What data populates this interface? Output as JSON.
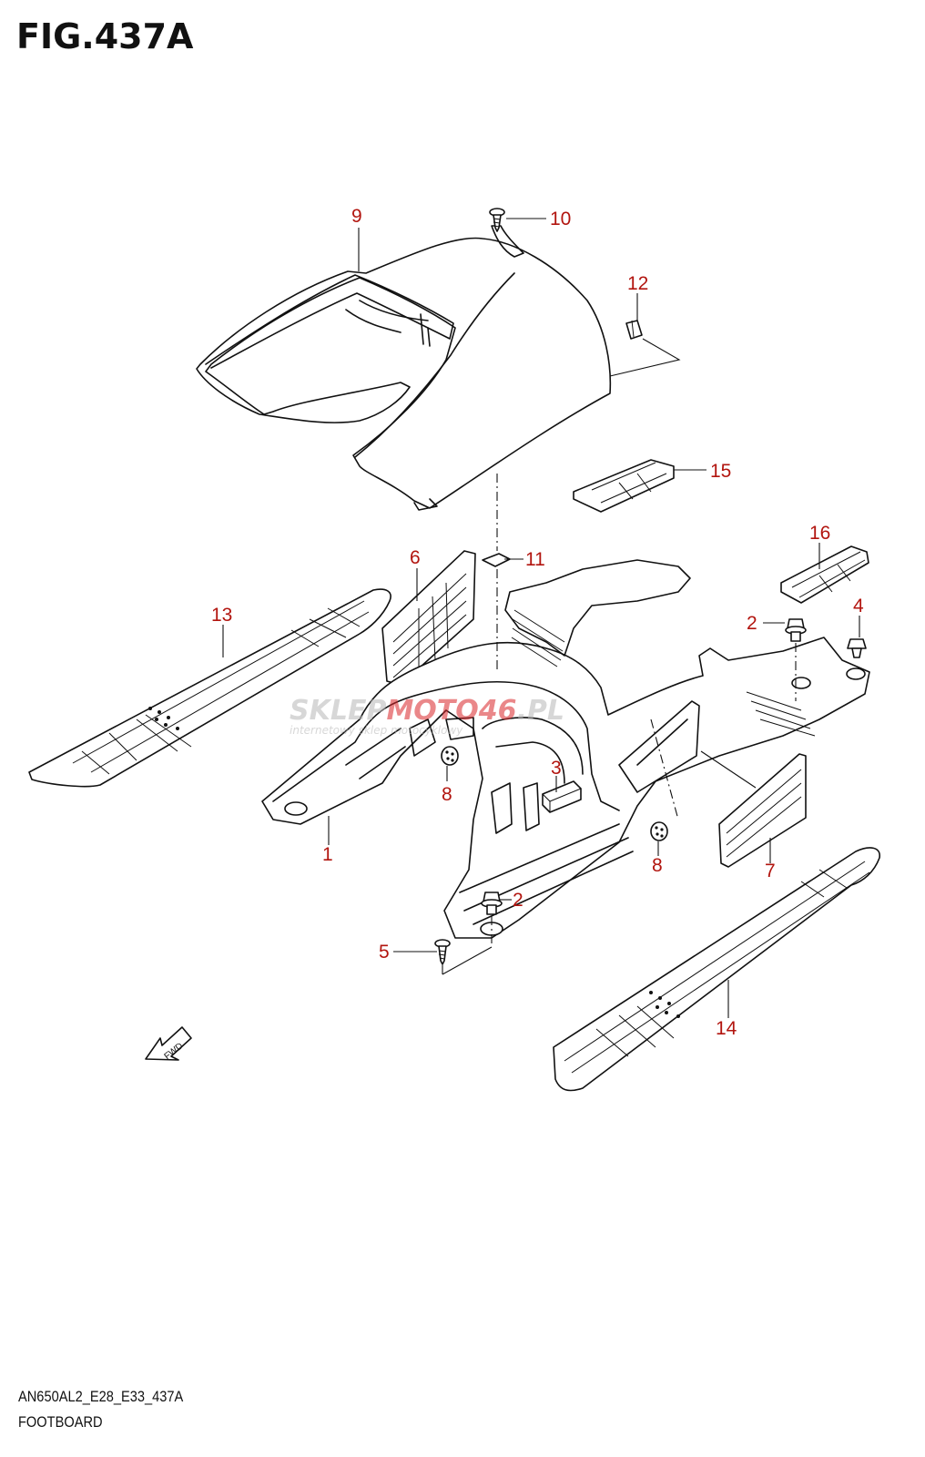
{
  "figure": {
    "title": "FIG.437A",
    "model_code": "AN650AL2_E28_E33_437A",
    "section_name": "FOOTBOARD"
  },
  "watermark": {
    "brand_part1": "SKLEP",
    "brand_part2": "MOTO",
    "brand_part3": "46",
    "brand_suffix": ".PL",
    "tagline": "internetowy sklep motocyklowy"
  },
  "direction_arrow": {
    "label": "FWD"
  },
  "callouts": [
    "9",
    "10",
    "12",
    "15",
    "16",
    "6",
    "11",
    "13",
    "2",
    "4",
    "3",
    "8",
    "1",
    "8",
    "7",
    "2",
    "5",
    "14"
  ],
  "colors": {
    "callout": "#b2150f",
    "line": "#111111",
    "watermark_red": "#d9262a",
    "watermark_gray": "#b8b8b8"
  }
}
